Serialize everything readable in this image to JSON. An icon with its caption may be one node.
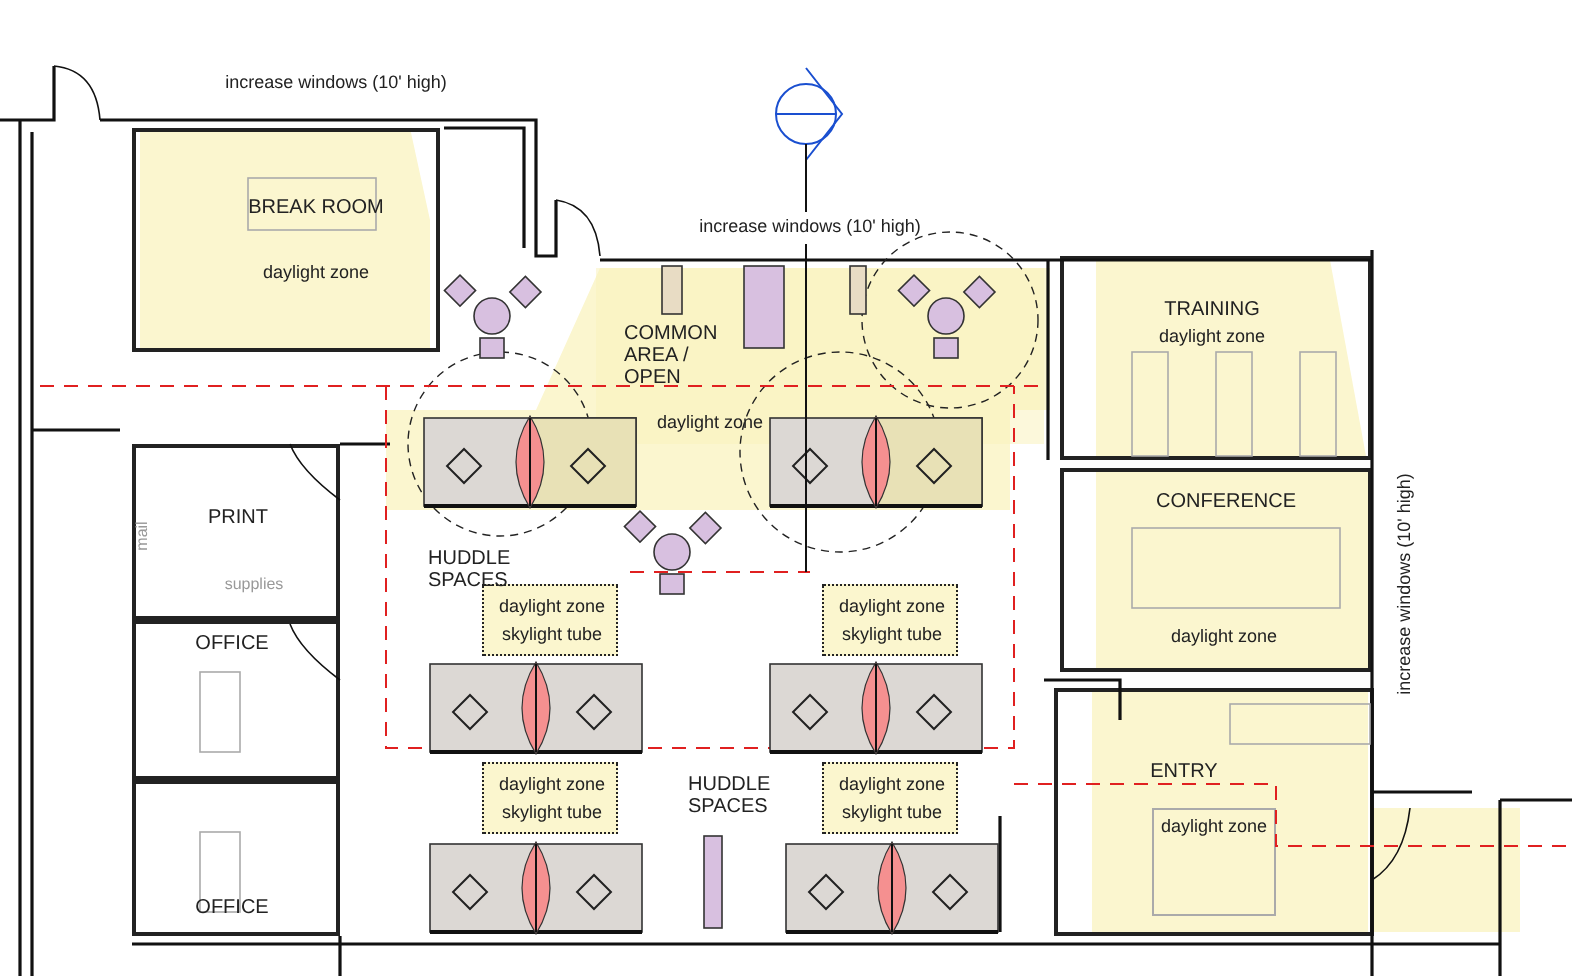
{
  "diagram": {
    "nodes": [
      {
        "text": [
          "BREAK ROOM",
          "daylight zone"
        ]
      },
      {
        "text": [
          "COMMON AREA / OPEN",
          "daylight zone"
        ]
      },
      {
        "text": [
          "TRAINING",
          "daylight zone"
        ]
      },
      {
        "text": [
          "CONFERENCE",
          "daylight zone"
        ]
      },
      {
        "text": [
          "PRINT"
        ]
      },
      {
        "text": [
          "daylight zone",
          "skylight tube"
        ]
      },
      {
        "text": [
          "daylight zone",
          "skylight tube"
        ]
      },
      {
        "text": [
          "OFFICE"
        ]
      },
      {
        "text": [
          "ENTRY"
        ]
      },
      {
        "text": [
          "daylight zone"
        ],
        "in": 8
      },
      {
        "text": [
          "daylight zone",
          "skylight tube"
        ]
      },
      {
        "text": [
          "daylight zone",
          "skylight tube"
        ]
      },
      {
        "text": [
          "OFFICE"
        ]
      }
    ],
    "labels": [
      "increase windows (10' high)",
      "increase windows (10' high)",
      "HUDDLE SPACES",
      "mail",
      "supplies",
      "increase windows (10' high)",
      "HUDDLE SPACES"
    ]
  }
}
